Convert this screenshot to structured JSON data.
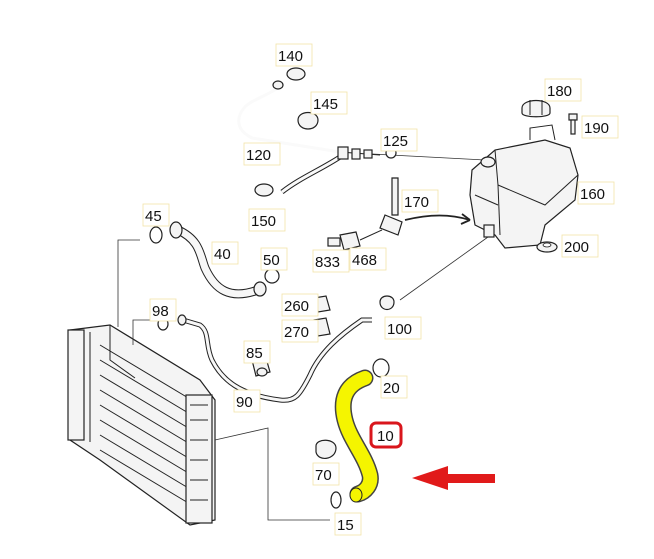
{
  "labels": {
    "p140": "140",
    "p145": "145",
    "p120": "120",
    "p150": "150",
    "p125": "125",
    "p180": "180",
    "p190": "190",
    "p160": "160",
    "p170": "170",
    "p200": "200",
    "p45": "45",
    "p40": "40",
    "p50": "50",
    "p833": "833",
    "p468": "468",
    "p260": "260",
    "p270": "270",
    "p100": "100",
    "p98": "98",
    "p85": "85",
    "p20": "20",
    "p90": "90",
    "p10": "10",
    "p70": "70",
    "p15": "15"
  },
  "colors": {
    "highlight_hose": "#f5f500",
    "highlight_ring": "#d9161c",
    "arrow": "#e11a1a",
    "label_border": "#f2e3a8"
  },
  "highlighted_part": "10"
}
